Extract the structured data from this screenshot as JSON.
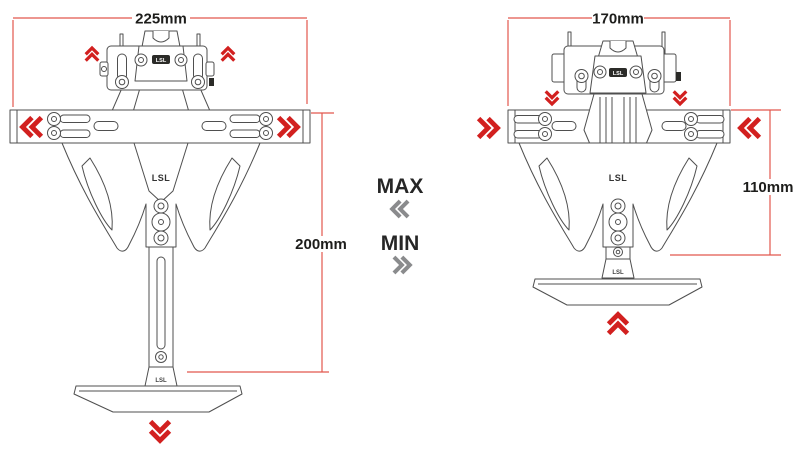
{
  "title": "License plate holder MIN/MAX adjustment diagram",
  "colors": {
    "background": "#ffffff",
    "chevron_red": "#d2201f",
    "chevron_gray": "#8a8b8d",
    "dimension_line": "#e2574e",
    "drawing_outline": "#4f4f4f",
    "label_text": "#1d1d1b"
  },
  "legend": {
    "max_label": "MAX",
    "min_label": "MIN"
  },
  "diagram_max": {
    "width_label": "225mm",
    "height_label": "200mm",
    "brand_logo": "LSL"
  },
  "diagram_min": {
    "width_label": "170mm",
    "height_label": "110mm",
    "brand_logo": "LSL"
  },
  "icons": {
    "chevron_double_left": "«",
    "chevron_double_right": "»",
    "chevron_double_up": "︽",
    "chevron_double_down": "︾"
  }
}
